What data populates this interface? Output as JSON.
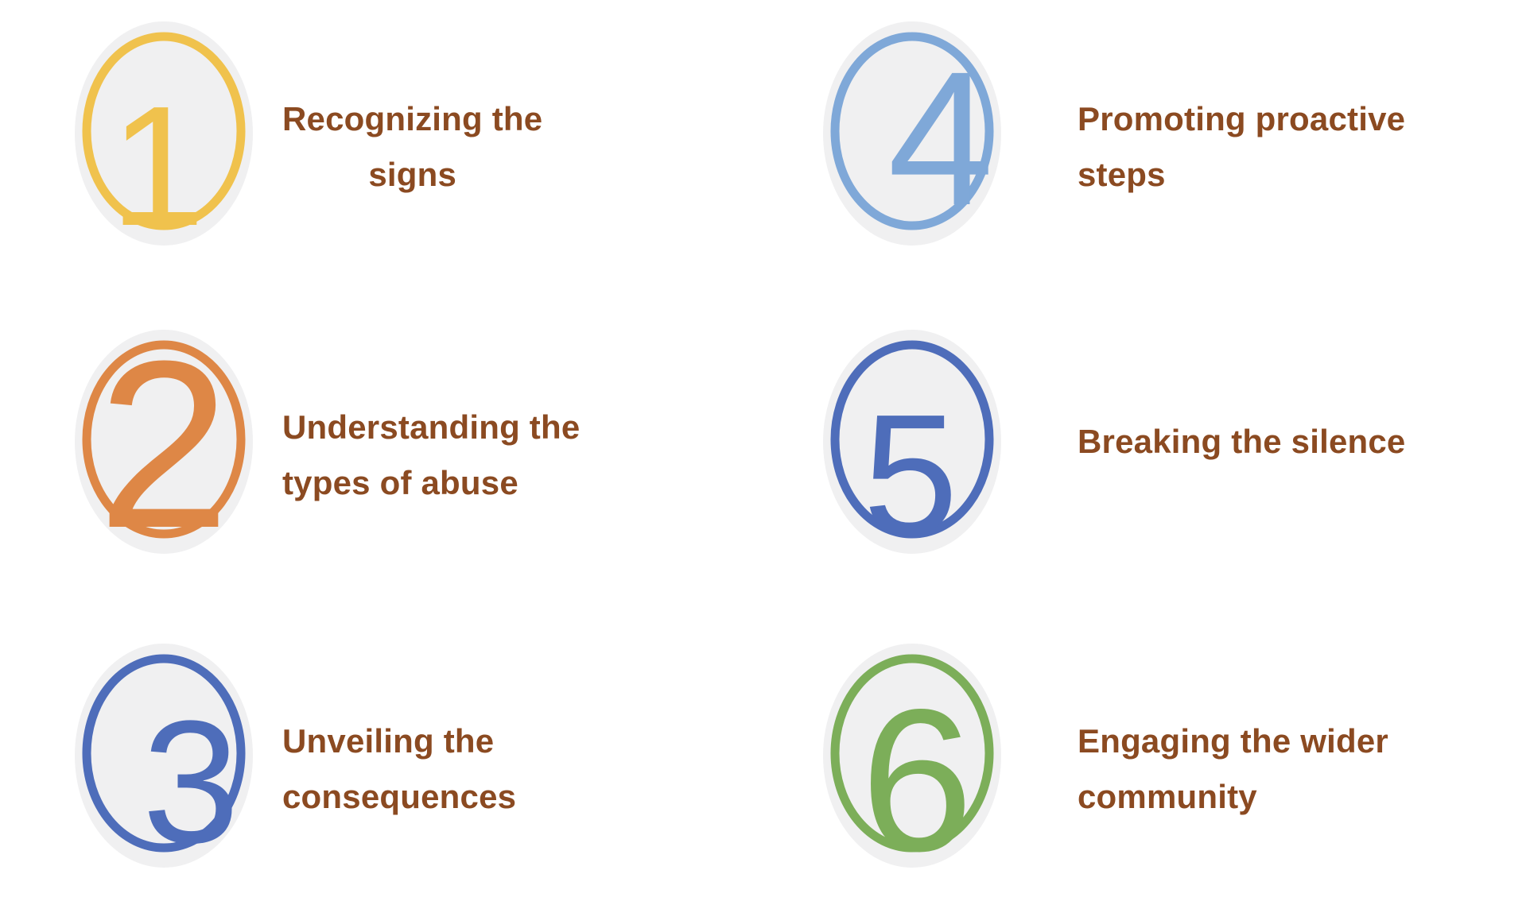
{
  "colors": {
    "text": "#8B4A21",
    "circle_bg": "#F0F0F1",
    "gold": "#F0C24D",
    "orange": "#DE8746",
    "blue": "#4E6DBA",
    "light_blue": "#7FA8D8",
    "green": "#7CAE59"
  },
  "items": [
    {
      "number": "1",
      "label_line1": "Recognizing the",
      "label_line2": "signs",
      "ring_color": "#F0C24D"
    },
    {
      "number": "2",
      "label_line1": "Understanding the",
      "label_line2": "types of abuse",
      "ring_color": "#DE8746"
    },
    {
      "number": "3",
      "label_line1": "Unveiling the",
      "label_line2": "consequences",
      "ring_color": "#4E6DBA"
    },
    {
      "number": "4",
      "label_line1": "Promoting proactive",
      "label_line2": "steps",
      "ring_color": "#7FA8D8"
    },
    {
      "number": "5",
      "label_line1": "Breaking the silence",
      "label_line2": "",
      "ring_color": "#4E6DBA"
    },
    {
      "number": "6",
      "label_line1": "Engaging the wider",
      "label_line2": "community",
      "ring_color": "#7CAE59"
    }
  ]
}
